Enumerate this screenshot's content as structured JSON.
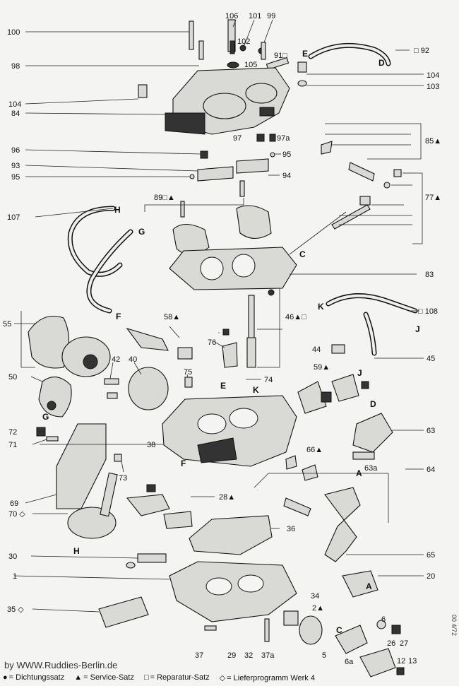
{
  "credit": "by  WWW.Ruddies-Berlin.de",
  "side_code": "00 4/72",
  "legend": [
    {
      "symbol": "●",
      "text": "= Dichtungssatz"
    },
    {
      "symbol": "▲",
      "text": "= Service-Satz"
    },
    {
      "symbol": "□",
      "text": "= Reparatur-Satz"
    },
    {
      "symbol": "◇",
      "text": "= Lieferprogramm Werk 4"
    }
  ],
  "labels": {
    "l100": "100",
    "l106": "106",
    "l101": "101",
    "l99": "99",
    "l102": "102",
    "l105": "105",
    "l91": "91□",
    "l92": "□ 92",
    "l98": "98",
    "l104a": "104",
    "l104b": "104",
    "l103": "103",
    "l84": "84",
    "l97": "97",
    "l97a": "97a",
    "l85": "85▲",
    "l96": "96",
    "l95a": "95",
    "l93": "93",
    "l95b": "95",
    "l94": "94",
    "l89": "89□▲",
    "l77": "77▲",
    "l107": "107",
    "l83": "83",
    "l55": "55",
    "l58": "58▲",
    "l46": "46▲□",
    "l108": "□ 108",
    "l76": "76",
    "l44": "44",
    "l42": "42",
    "l40": "40",
    "l59": "59▲",
    "l45": "45",
    "l50": "50",
    "l75": "75",
    "l74": "74",
    "l63": "63",
    "l72": "72",
    "l71": "71",
    "l38": "38",
    "l66": "66▲",
    "l63a": "63a",
    "l64": "64",
    "l73": "73",
    "l69": "69",
    "l70": "70 ◇",
    "l28": "28▲",
    "l36": "36",
    "l65": "65",
    "l30": "30",
    "l1": "1",
    "l20": "20",
    "l34": "34",
    "l2": "2▲",
    "l35": "35 ◇",
    "l6": "6",
    "l37": "37",
    "l29": "29",
    "l32": "32",
    "l37a": "37a",
    "l5": "5",
    "l6a": "6a",
    "l26": "26",
    "l27": "27",
    "l12": "12",
    "l13": "13"
  },
  "letters": {
    "E1": "E",
    "D1": "D",
    "H1": "H",
    "G1": "G",
    "C1": "C",
    "F1": "F",
    "K1": "K",
    "J1": "J",
    "E2": "E",
    "K2": "K",
    "J2": "J",
    "D2": "D",
    "G2": "G",
    "F2": "F",
    "A1": "A",
    "H2": "H",
    "A2": "A",
    "C2": "C"
  }
}
